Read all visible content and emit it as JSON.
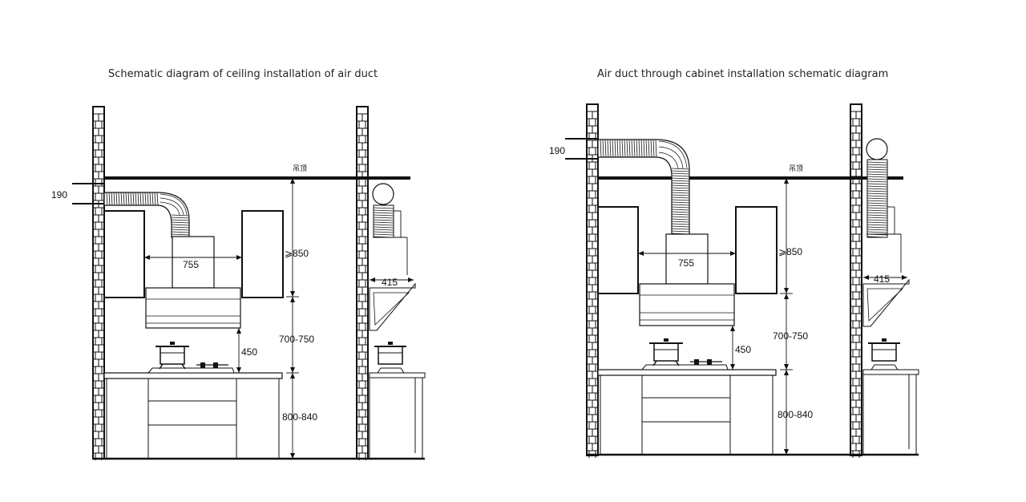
{
  "diagrams": [
    {
      "title": "Schematic diagram of ceiling installation of air duct",
      "labels": {
        "ceiling": "吊顶",
        "wall_hole": "190",
        "hood_width": "755",
        "cabinet_height": "⩾850",
        "hood_to_counter_range": "700-750",
        "hood_to_stove": "450",
        "counter_height": "800-840",
        "side_depth": "415"
      }
    },
    {
      "title": "Air duct through cabinet installation schematic diagram",
      "labels": {
        "ceiling": "吊顶",
        "wall_hole": "190",
        "hood_width": "755",
        "cabinet_height": "⩾850",
        "hood_to_counter_range": "700-750",
        "hood_to_stove": "450",
        "counter_height": "800-840",
        "side_depth": "415"
      }
    }
  ]
}
